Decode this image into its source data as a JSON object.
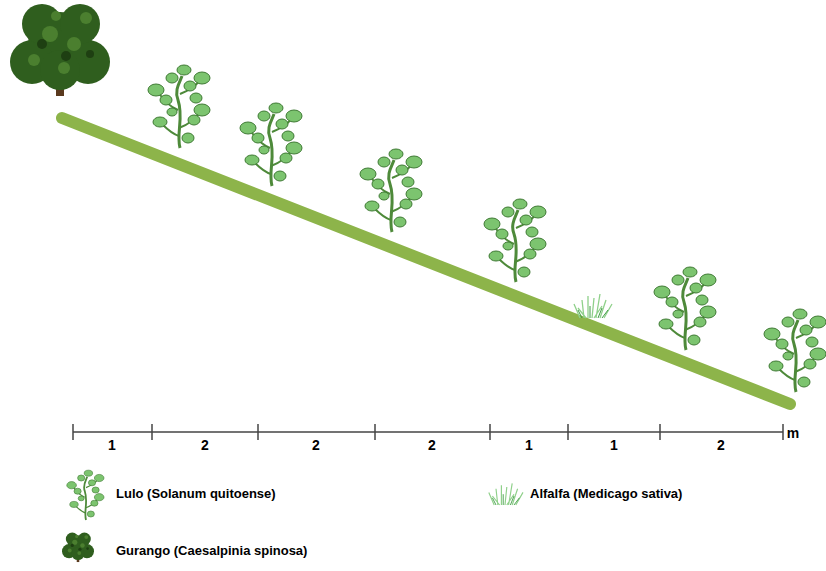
{
  "diagram": {
    "labels": [
      "1",
      "2",
      "2",
      "2",
      "1",
      "1",
      "2",
      "m"
    ],
    "legend": [
      {
        "text": "Lulo (Solanum quitoense)"
      },
      {
        "text": "Alfalfa (Medicago sativa)"
      },
      {
        "text": "Gurango (Caesalpinia spinosa)"
      }
    ]
  }
}
